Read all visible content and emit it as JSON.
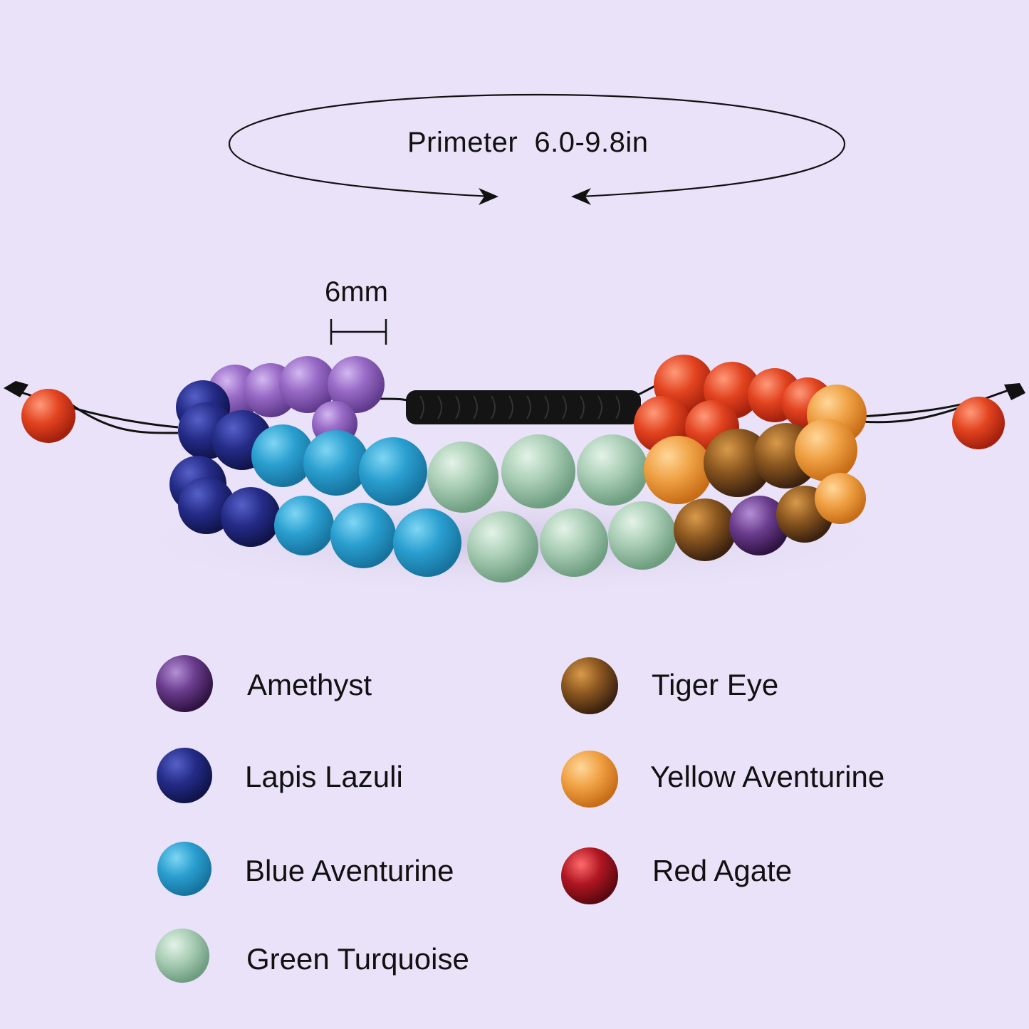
{
  "perimeter": {
    "label": "Primeter",
    "value": "6.0-9.8in"
  },
  "bead_size": "6mm",
  "legend": [
    {
      "label": "Amethyst",
      "color": "#7a4a9b"
    },
    {
      "label": "Lapis Lazuli",
      "color": "#23287a"
    },
    {
      "label": "Blue Aventurine",
      "color": "#2b97c7"
    },
    {
      "label": "Green Turquoise",
      "color": "#78ad93"
    },
    {
      "label": "Tiger Eye",
      "color": "#8c5320"
    },
    {
      "label": "Yellow Aventurine",
      "color": "#e3861c"
    },
    {
      "label": "Red Agate",
      "color": "#a0141e"
    }
  ],
  "colors": {
    "background": "#e9e2f8",
    "cord": "#111111",
    "carnelian": "#d8331c"
  }
}
